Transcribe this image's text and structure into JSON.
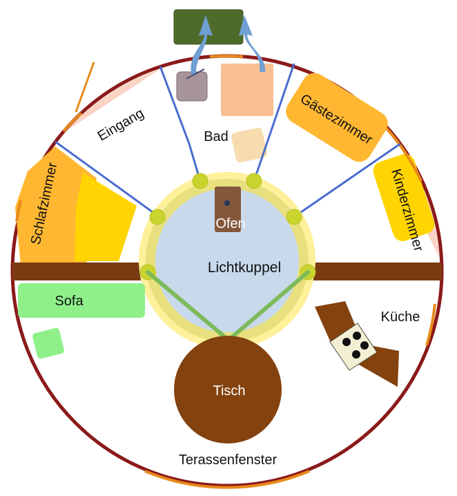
{
  "floorplan": {
    "rooms": {
      "entrance": "Eingang",
      "bathroom": "Bad",
      "guest_room": "Gästezimmer",
      "bedroom": "Schlafzimmer",
      "kids_room": "Kinderzimmer",
      "stove": "Ofen",
      "skylight": "Lichtkuppel",
      "sofa": "Sofa",
      "kitchen": "Küche",
      "table": "Tisch",
      "terrace_window": "Terassenfenster"
    },
    "colors": {
      "outer_wall": "#8b1a1a",
      "window": "#e88a1a",
      "beam": "#7a3b10",
      "room_fill": "#fbd3c4",
      "room_orange": "#ffb732",
      "room_yellow": "#ffd400",
      "skylight": "#c7d9ea",
      "skylight_ring": "#fff09a",
      "partition": "#4a6cd0",
      "tree_green": "#4f6b2a",
      "arrow_blue": "#6f9fd3",
      "sofa_green": "#8ff08a",
      "table_brown": "#84420f"
    }
  }
}
